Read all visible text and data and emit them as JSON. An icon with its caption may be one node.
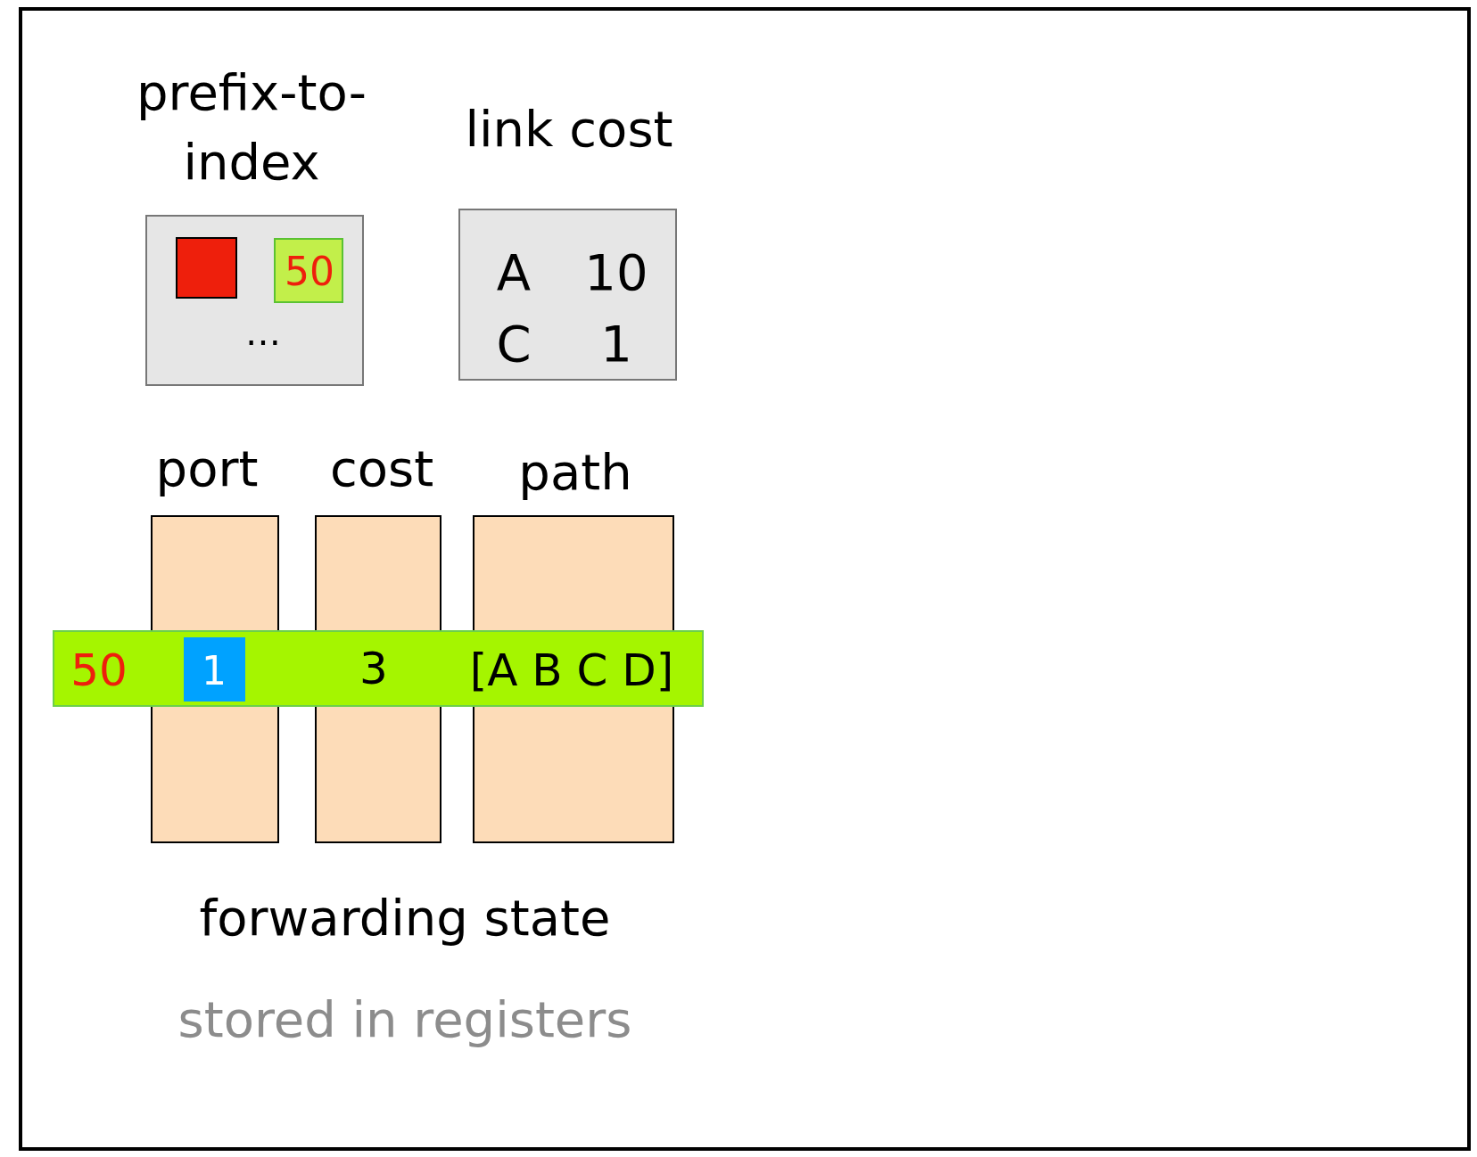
{
  "diagram": {
    "nodes": [
      {
        "text": [
          "prefix-to-index",
          "…"
        ]
      },
      {
        "text": [],
        "shape": "box",
        "in": 0
      },
      {
        "text": [
          "50"
        ],
        "in": 0
      },
      {
        "text": [
          "link cost",
          "A",
          "10",
          "C",
          "1"
        ]
      },
      {
        "text": [
          "port"
        ]
      },
      {
        "text": [
          "cost"
        ]
      },
      {
        "text": [
          "path"
        ]
      },
      {
        "text": [
          "50",
          "[A B C D]"
        ]
      },
      {
        "text": [
          "1"
        ]
      },
      {
        "text": [
          "3"
        ]
      }
    ],
    "edges": [],
    "labels": [
      "forwarding state",
      "stored in registers"
    ]
  }
}
